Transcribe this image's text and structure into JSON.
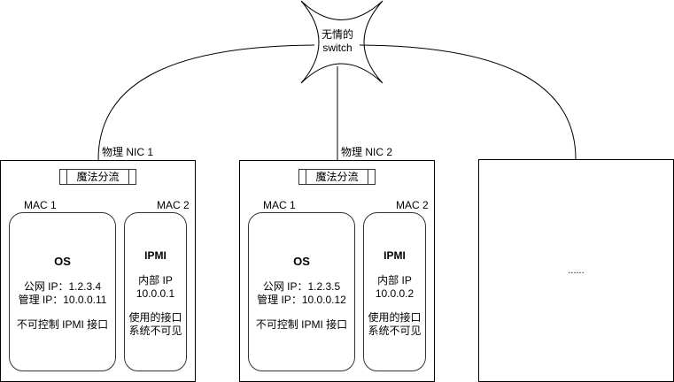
{
  "switch": {
    "line1": "无情的",
    "line2": "switch"
  },
  "servers": [
    {
      "nic_label": "物理 NIC 1",
      "splitter": "魔法分流",
      "mac1": "MAC 1",
      "mac2": "MAC 2",
      "os": {
        "title": "OS",
        "public_ip": "公网 IP：1.2.3.4",
        "mgmt_ip": "管理 IP：10.0.0.11",
        "note": "不可控制 IPMI 接口"
      },
      "ipmi": {
        "title": "IPMI",
        "internal_label": "内部 IP",
        "internal_ip": "10.0.0.1",
        "note1": "使用的接口",
        "note2": "系统不可见"
      }
    },
    {
      "nic_label": "物理 NIC 2",
      "splitter": "魔法分流",
      "mac1": "MAC 1",
      "mac2": "MAC 2",
      "os": {
        "title": "OS",
        "public_ip": "公网 IP：1.2.3.5",
        "mgmt_ip": "管理 IP：10.0.0.12",
        "note": "不可控制 IPMI 接口"
      },
      "ipmi": {
        "title": "IPMI",
        "internal_label": "内部 IP",
        "internal_ip": "10.0.0.2",
        "note1": "使用的接口",
        "note2": "系统不可见"
      }
    }
  ],
  "placeholder_server": {
    "label": "......"
  }
}
